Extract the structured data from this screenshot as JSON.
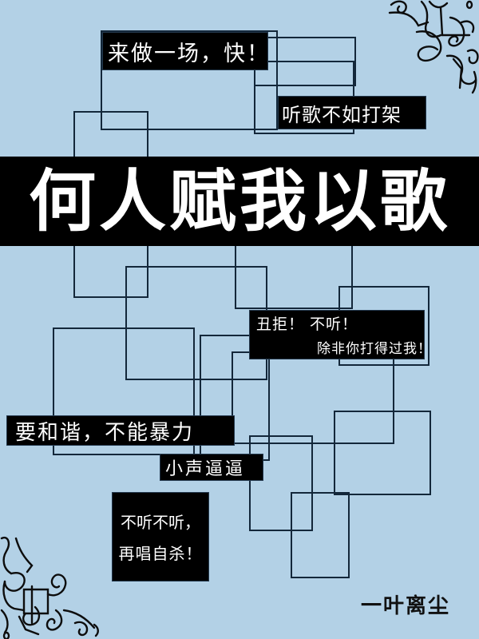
{
  "cover": {
    "background_color": "#b3d1e6",
    "title": "何人赋我以歌",
    "author": "一叶离尘",
    "captions": {
      "top_left": "来做一场，快！",
      "top_right": "听歌不如打架",
      "middle_right_line1": "丑拒！ 不听！",
      "middle_right_line2": "除非你打得过我！",
      "left": "要和谐，不能暴力",
      "small": "小声逼逼",
      "bottom_line1": "不听不听，",
      "bottom_line2": "再唱自杀！"
    },
    "icons": {
      "top_right_corner": "ornamental-flourish-icon",
      "bottom_left_corner": "ornamental-flourish-icon"
    }
  }
}
